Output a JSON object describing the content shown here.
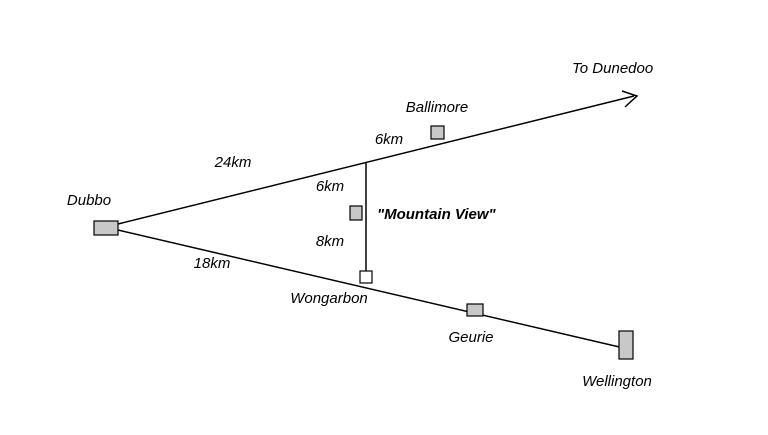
{
  "diagram": {
    "description": "Road map sketch of towns near Dubbo with distances",
    "labels": {
      "to_dunedoo": "To Dunedoo",
      "ballimore": "Ballimore",
      "dubbo": "Dubbo",
      "mountain_view": "\"Mountain View\"",
      "wongarbon": "Wongarbon",
      "geurie": "Geurie",
      "wellington": "Wellington"
    },
    "distances": {
      "dubbo_junction": "24km",
      "junction_ballimore": "6km",
      "junction_mountain_view": "6km",
      "mountain_view_wongarbon": "8km",
      "dubbo_wongarbon": "18km"
    },
    "colors": {
      "line": "#000000",
      "marker_fill": "#c8c8c8",
      "open_marker_fill": "#ffffff",
      "background": "#ffffff"
    }
  }
}
